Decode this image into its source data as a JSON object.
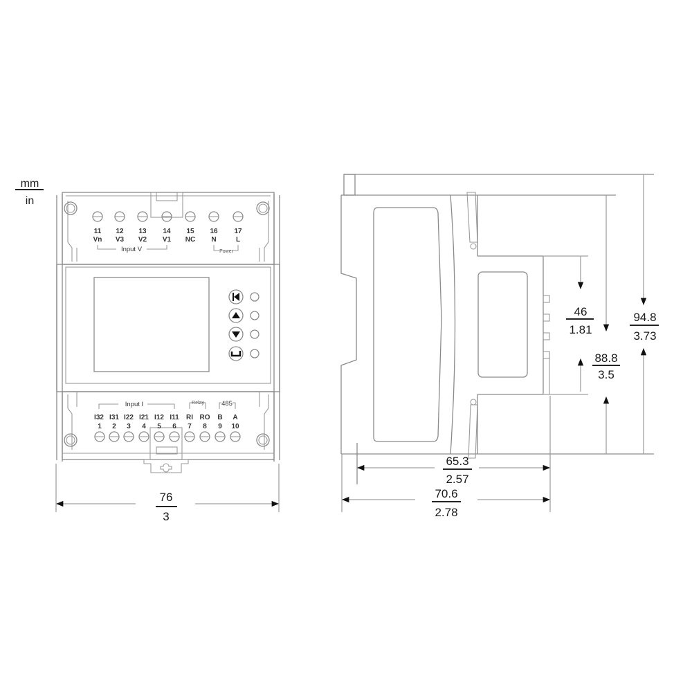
{
  "units": {
    "top": "mm",
    "bottom": "in"
  },
  "front_view": {
    "top_terminals": [
      {
        "num": "11",
        "name": "Vn"
      },
      {
        "num": "12",
        "name": "V3"
      },
      {
        "num": "13",
        "name": "V2"
      },
      {
        "num": "14",
        "name": "V1"
      },
      {
        "num": "15",
        "name": "NC"
      },
      {
        "num": "16",
        "name": "N"
      },
      {
        "num": "17",
        "name": "L"
      }
    ],
    "top_groups": {
      "input_v": "Input V",
      "power": "Power"
    },
    "bottom_terminals": [
      {
        "num": "1",
        "name": "I32"
      },
      {
        "num": "2",
        "name": "I31"
      },
      {
        "num": "3",
        "name": "I22"
      },
      {
        "num": "4",
        "name": "I21"
      },
      {
        "num": "5",
        "name": "I12"
      },
      {
        "num": "6",
        "name": "I11"
      },
      {
        "num": "7",
        "name": "RI"
      },
      {
        "num": "8",
        "name": "RO"
      },
      {
        "num": "9",
        "name": "B"
      },
      {
        "num": "10",
        "name": "A"
      }
    ],
    "bottom_groups": {
      "input_i": "Input I",
      "relay": "Relay",
      "rs485": "485"
    },
    "buttons": [
      {
        "icon": "back-icon",
        "glyph": "⏮"
      },
      {
        "icon": "up-arrow-icon",
        "glyph": "▲"
      },
      {
        "icon": "down-arrow-icon",
        "glyph": "▼"
      },
      {
        "icon": "enter-icon",
        "glyph": "↵"
      }
    ],
    "width_dim": {
      "mm": "76",
      "in": "3"
    }
  },
  "side_view": {
    "dims": {
      "front_height": {
        "mm": "46",
        "in": "1.81"
      },
      "body_height": {
        "mm": "88.8",
        "in": "3.5"
      },
      "total_height": {
        "mm": "94.8",
        "in": "3.73"
      },
      "depth": {
        "mm": "65.3",
        "in": "2.57"
      },
      "total_depth": {
        "mm": "70.6",
        "in": "2.78"
      }
    }
  }
}
